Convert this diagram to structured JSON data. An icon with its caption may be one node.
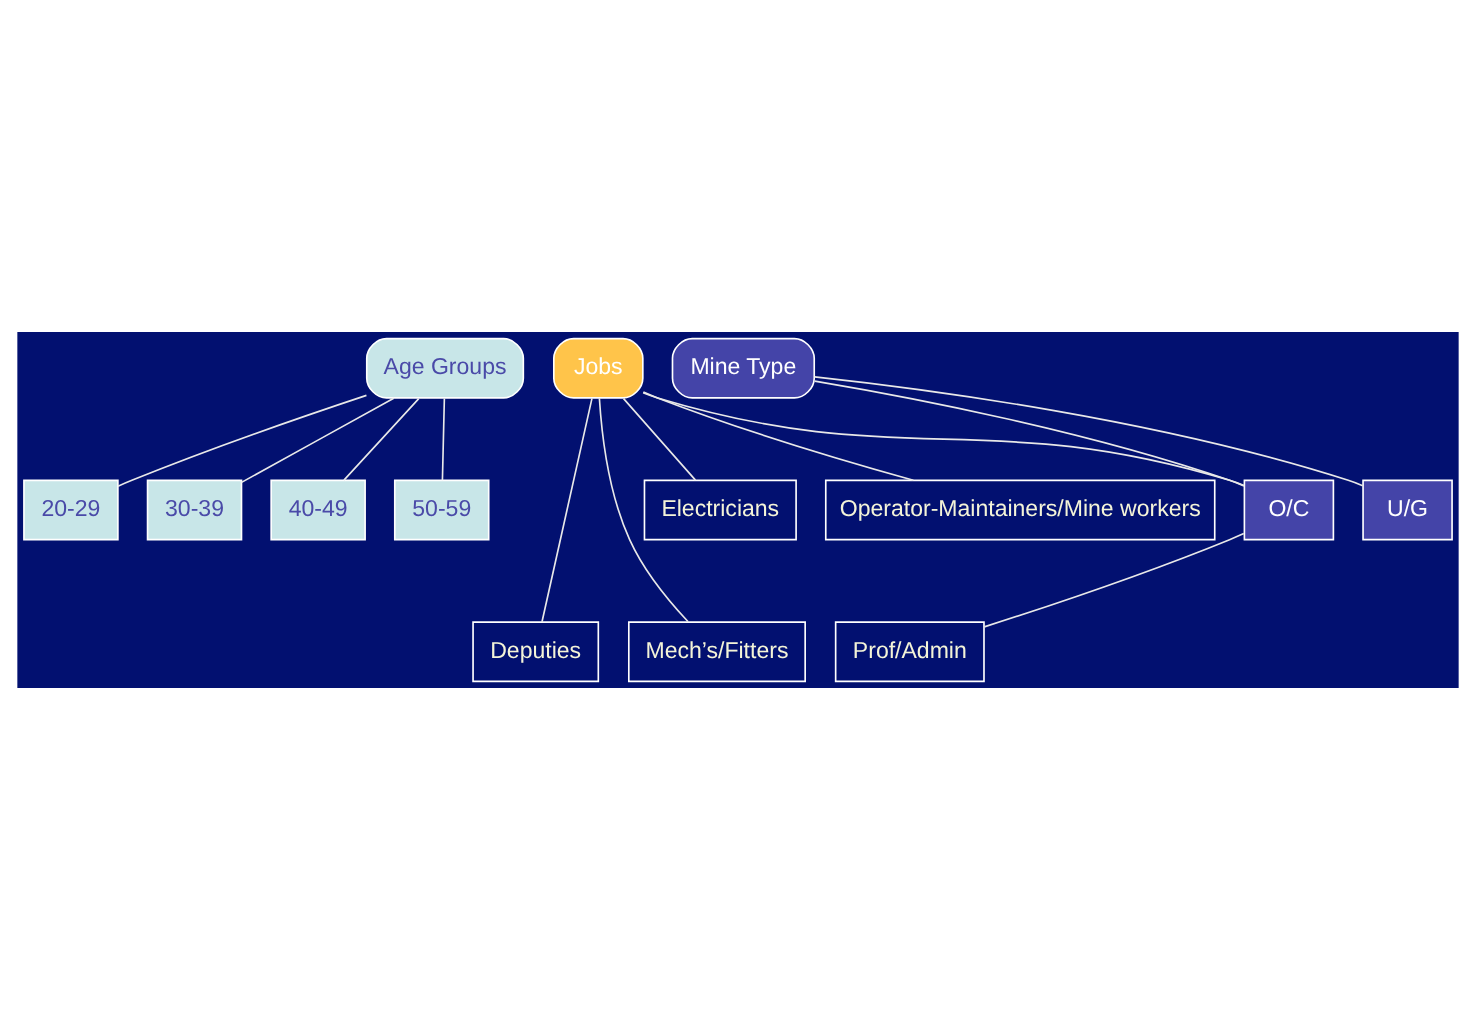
{
  "diagram": {
    "nodes": [
      {
        "text": [
          "Age Groups"
        ]
      },
      {
        "text": [
          "Jobs"
        ]
      },
      {
        "text": [
          "Mine Type"
        ]
      },
      {
        "text": [
          "20-29"
        ]
      },
      {
        "text": [
          "30-39"
        ]
      },
      {
        "text": [
          "40-49"
        ]
      },
      {
        "text": [
          "50-59"
        ]
      },
      {
        "text": [
          "O/C"
        ]
      },
      {
        "text": [
          "U/G"
        ]
      },
      {
        "text": [
          "Deputies"
        ]
      },
      {
        "text": [
          "Mech’s/Fitters"
        ]
      },
      {
        "text": [
          "Prof/Admin"
        ]
      },
      {
        "text": [
          "Electricians"
        ]
      },
      {
        "text": [
          "Operator-Maintainers/Mine workers"
        ]
      }
    ],
    "edges": [
      {
        "from": 0,
        "to": 3,
        "arrow": "none"
      },
      {
        "from": 0,
        "to": 4,
        "arrow": "none"
      },
      {
        "from": 0,
        "to": 5,
        "arrow": "none"
      },
      {
        "from": 0,
        "to": 6,
        "arrow": "none"
      },
      {
        "from": 1,
        "to": 9,
        "arrow": "none"
      },
      {
        "from": 1,
        "to": 12,
        "arrow": "none"
      },
      {
        "from": 1,
        "to": 10,
        "arrow": "none"
      },
      {
        "from": 1,
        "to": 13,
        "arrow": "none"
      },
      {
        "from": 1,
        "to": 7,
        "arrow": "none"
      },
      {
        "from": 2,
        "to": 7,
        "arrow": "none"
      },
      {
        "from": 2,
        "to": 8,
        "arrow": "none"
      },
      {
        "from": 7,
        "to": 11,
        "arrow": "none"
      }
    ]
  }
}
